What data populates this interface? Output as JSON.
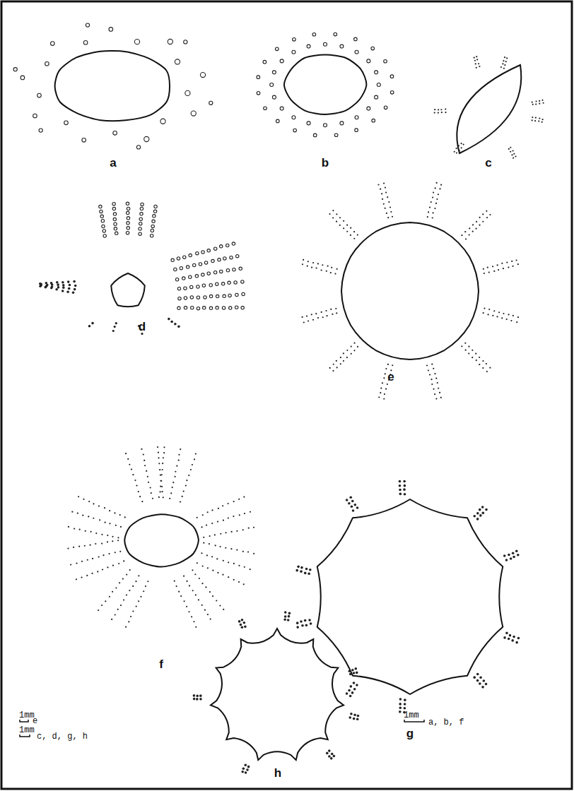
{
  "diagram": {
    "labels": [
      "a",
      "b",
      "c",
      "d",
      "e",
      "f",
      "g",
      "h",
      "1mm",
      "e",
      "1mm",
      "c, d, g, h",
      "1mm",
      "a, b, f"
    ]
  }
}
